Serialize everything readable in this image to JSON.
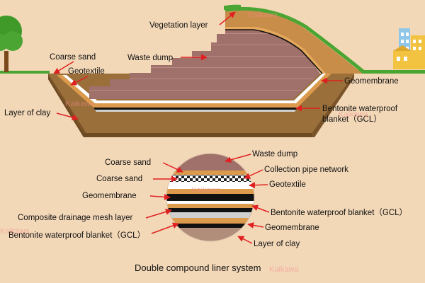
{
  "colors": {
    "background": "#f3d8b8",
    "grass": "#4aa532",
    "coarse_sand": "#dc9a4c",
    "clay": "#a0743e",
    "waste": "#a0706a",
    "gcl": "#cfcfcf",
    "geomembrane": "#111111",
    "arrow": "#e02020"
  },
  "icons": {
    "tree": "tree-icon",
    "factory": "factory-icon"
  },
  "watermark": "Kaikawa",
  "top_section": {
    "labels": {
      "vegetation_layer": "Vegetation layer",
      "coarse_sand": "Coarse sand",
      "geotextile": "Geotextile",
      "waste_dump": "Waste dump",
      "geomembrane": "Geomembrane",
      "layer_of_clay": "Layer of clay",
      "gcl_line1": "Bentonite waterproof",
      "gcl_line2": "blanket（GCL）"
    }
  },
  "bottom_section": {
    "left_labels": [
      "Coarse sand",
      "Coarse sand",
      "Geomembrane",
      "Composite drainage mesh layer",
      "Bentonite waterproof blanket（GCL）"
    ],
    "right_labels": [
      "Waste dump",
      "Collection pipe network",
      "Geotextile",
      "Bentonite waterproof blanket（GCL）",
      "Geomembrane",
      "Layer of clay"
    ],
    "caption": "Double compound liner system"
  }
}
